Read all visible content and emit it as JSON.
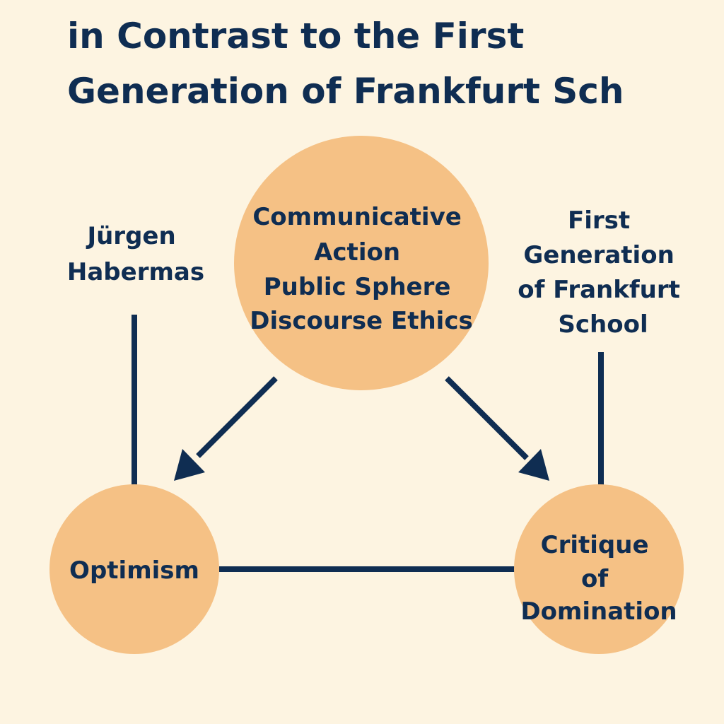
{
  "title": {
    "lines": [
      "in Contrast to the First",
      "Generation of Frankfurt Sch"
    ]
  },
  "colors": {
    "background": "#fdf4e1",
    "node_fill": "#f5c185",
    "ink": "#0f2d52"
  },
  "nodes": {
    "center": {
      "lines": [
        "Communicative",
        "Action",
        "Public Sphere",
        "Discourse Ethics"
      ]
    },
    "left": {
      "lines": [
        "Optimism"
      ]
    },
    "right": {
      "lines": [
        "Critique",
        "of",
        "Domination"
      ]
    }
  },
  "labels": {
    "left": {
      "lines": [
        "Jürgen",
        "Habermas"
      ]
    },
    "right": {
      "lines": [
        "First",
        "Generation",
        "of Frankfurt",
        "School"
      ]
    }
  }
}
